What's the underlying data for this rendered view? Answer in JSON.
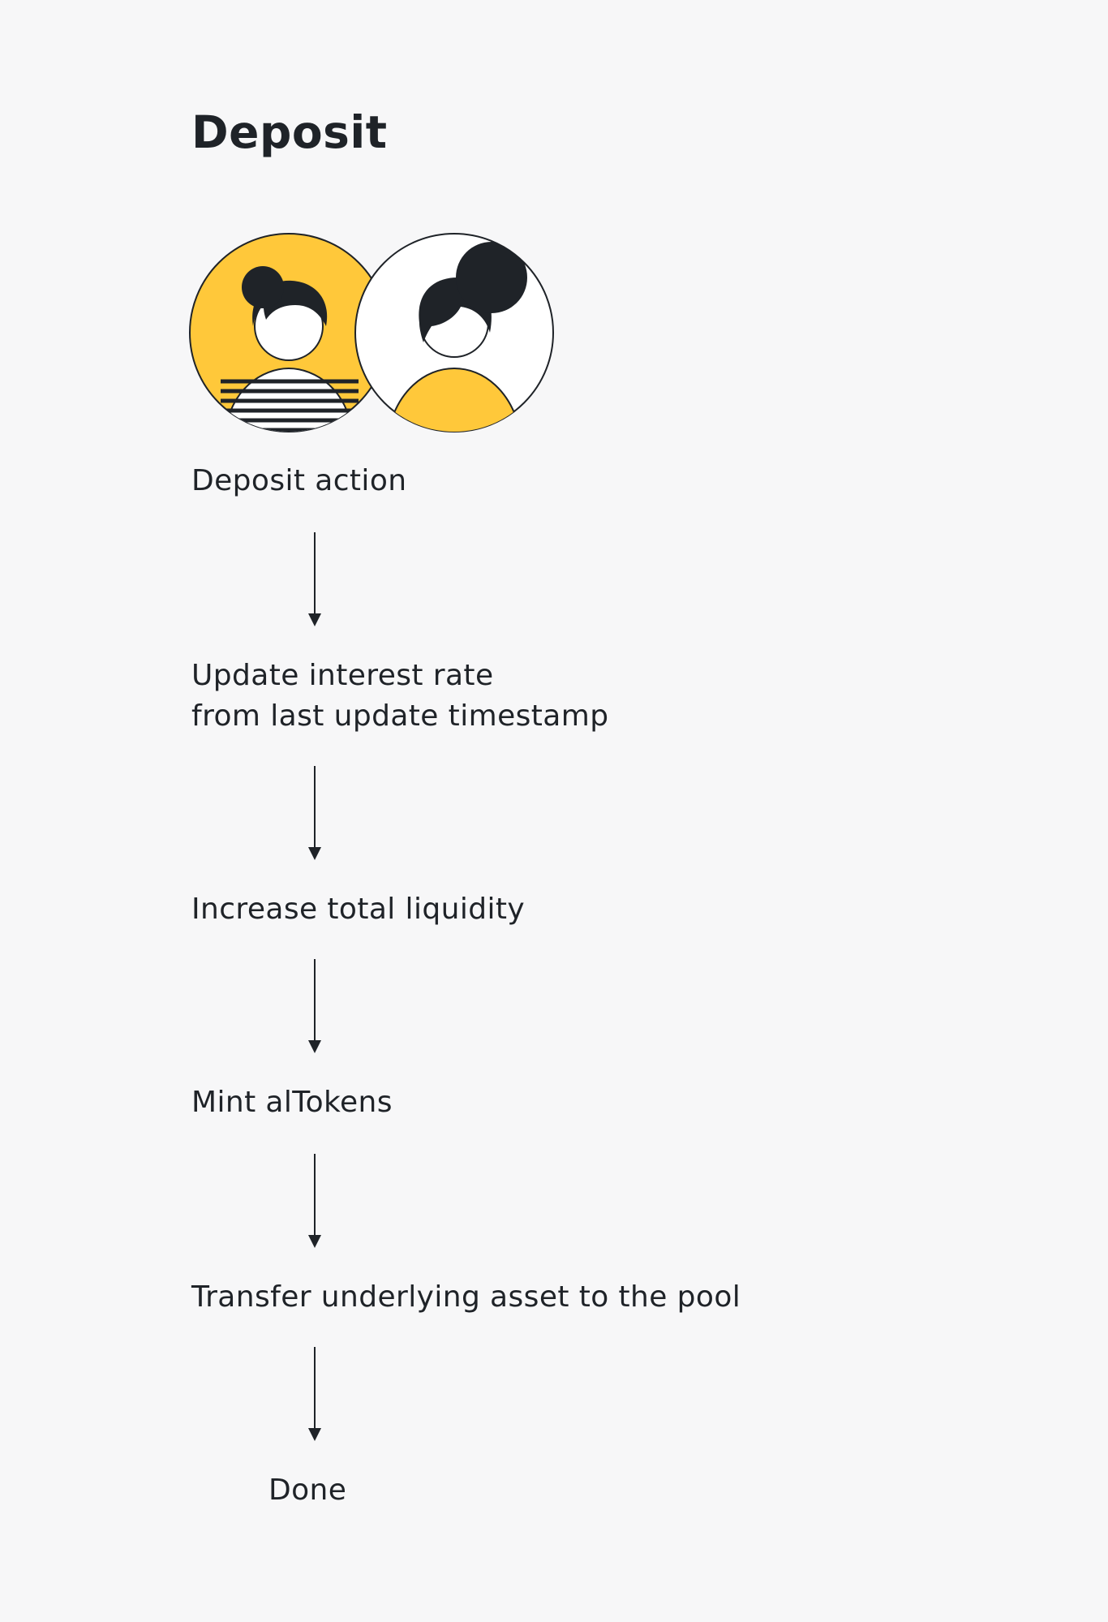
{
  "title": "Deposit",
  "colors": {
    "accent_yellow": "#ffc83a",
    "ink": "#1f2328",
    "background": "#f7f7f8",
    "white": "#ffffff"
  },
  "avatars": [
    {
      "name": "avatar-short-hair-striped-shirt"
    },
    {
      "name": "avatar-bun-hair-yellow-shirt"
    }
  ],
  "steps": [
    {
      "lines": [
        "Deposit action"
      ]
    },
    {
      "lines": [
        "Update interest rate",
        "from last update timestamp"
      ]
    },
    {
      "lines": [
        "Increase total liquidity"
      ]
    },
    {
      "lines": [
        "Mint alTokens"
      ]
    },
    {
      "lines": [
        "Transfer underlying asset to the pool"
      ]
    },
    {
      "lines": [
        "Done"
      ]
    }
  ]
}
